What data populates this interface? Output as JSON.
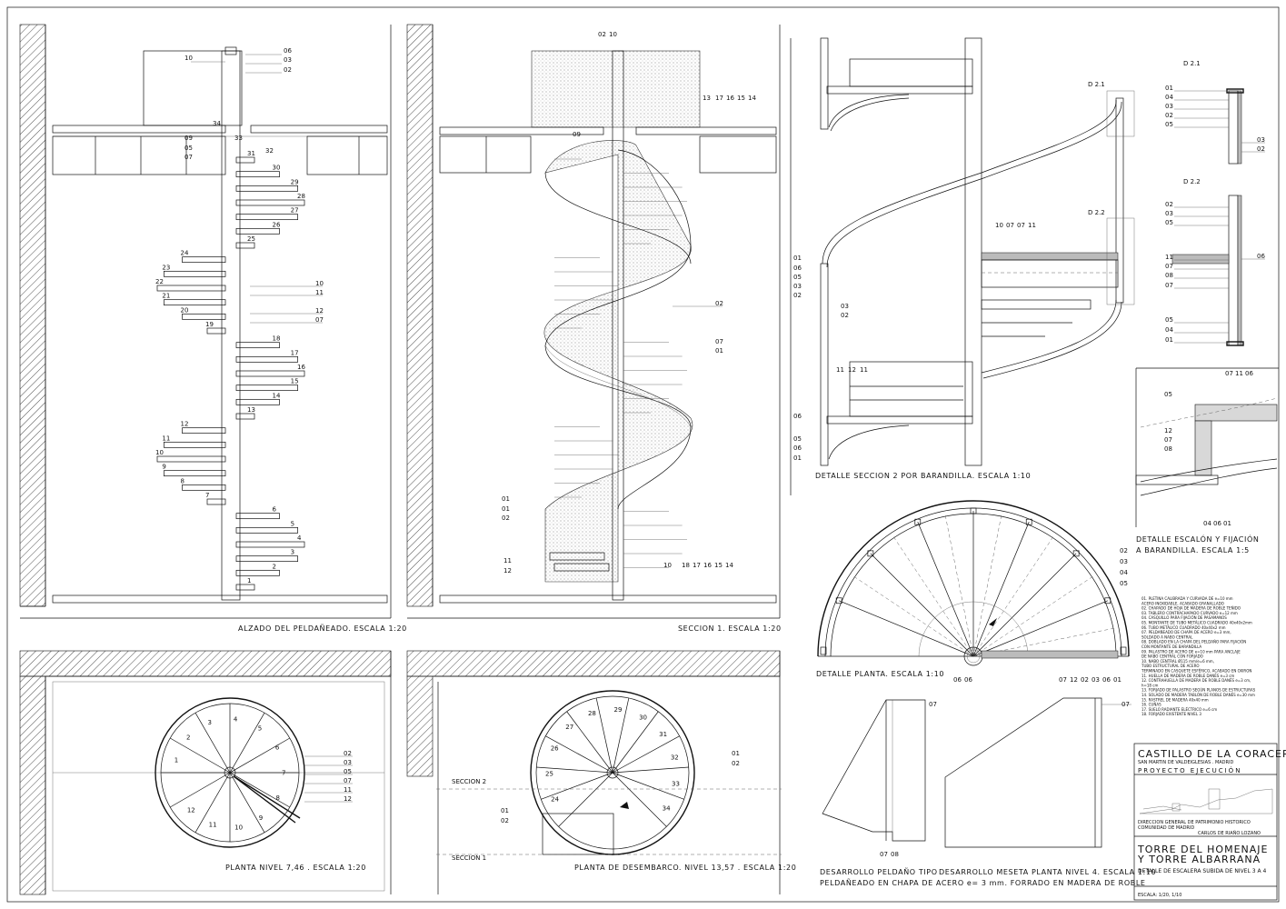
{
  "alzado": {
    "caption": "ALZADO DEL PELDAÑEADO. ESCALA 1:20",
    "top_labels": [
      "10",
      "06",
      "03",
      "02"
    ],
    "slab_labels": [
      "34",
      "09",
      "33",
      "05",
      "07",
      "32"
    ],
    "steps": [
      "31",
      "30",
      "29",
      "28",
      "27",
      "26",
      "25",
      "24",
      "23",
      "22",
      "21",
      "20",
      "19",
      "18",
      "17",
      "16",
      "15",
      "14",
      "13",
      "12",
      "11",
      "10",
      "9",
      "8",
      "7",
      "6",
      "5",
      "4",
      "3",
      "2",
      "1"
    ],
    "mid_labels": [
      "10",
      "11",
      "12",
      "07"
    ]
  },
  "seccion1": {
    "caption": "SECCION 1. ESCALA 1:20",
    "top_labels": [
      "02",
      "10"
    ],
    "right_top_labels": [
      "13",
      "17",
      "16",
      "15",
      "14"
    ],
    "slab_label": "09",
    "side_labels": [
      "02",
      "07",
      "01"
    ],
    "left_labels": [
      "01",
      "01",
      "02"
    ],
    "bottom_left_labels": [
      "11",
      "12"
    ],
    "bottom_labels": [
      "10",
      "18",
      "17",
      "16",
      "15",
      "14"
    ]
  },
  "detalle_seccion2": {
    "caption": "DETALLE SECCION 2 POR BARANDILLA. ESCALA 1:10",
    "callouts": [
      "D 2.1",
      "D 2.2"
    ],
    "center_labels": [
      "10",
      "07",
      "07",
      "11"
    ],
    "left_labels_a": [
      "01",
      "06",
      "05",
      "03",
      "02"
    ],
    "left_labels_b": [
      "03",
      "02"
    ],
    "step_labels": [
      "11",
      "12",
      "11"
    ],
    "bottom_left_labels": [
      "06",
      "05",
      "06",
      "01"
    ]
  },
  "d21": {
    "title": "D 2.1",
    "left_labels": [
      "01",
      "04",
      "03",
      "02",
      "05"
    ],
    "right_labels": [
      "03",
      "02"
    ]
  },
  "d22": {
    "title": "D 2.2",
    "left_labels": [
      "02",
      "03",
      "05",
      "11",
      "07",
      "08",
      "07",
      "05",
      "04",
      "01"
    ],
    "right_label": "06"
  },
  "escalon": {
    "caption1": "DETALLE ESCALÓN Y FIJACIÓN",
    "caption2": "A BARANDILLA. ESCALA 1:5",
    "top_labels": [
      "07",
      "11",
      "06"
    ],
    "left_labels": [
      "05",
      "12",
      "07",
      "08"
    ],
    "bottom_labels": [
      "04",
      "06",
      "01"
    ]
  },
  "detalle_planta": {
    "caption": "DETALLE PLANTA. ESCALA 1:10",
    "right_labels": [
      "02",
      "03",
      "04",
      "05"
    ],
    "bottom_center_labels": [
      "06",
      "06"
    ],
    "bottom_right_labels": [
      "07",
      "12",
      "02",
      "03",
      "06",
      "01"
    ]
  },
  "legend": {
    "items": [
      "01. PLETINA CALIBRADA Y CURVADA DE e=10 mm",
      "     ACERO INOXIDABLE, ACABADO GRANALLADO",
      "02. CHAPADO DE HOJA DE MADERA DE ROBLE TEÑIDO",
      "03. TABLERO CONTRACHAPADO CURVADO e=12 mm",
      "04. CASQUILLO PARA FIJACIÓN DE PASAMANOS",
      "05. MONTANTE DE TUBO METÁLICO CUADRADO 40x40x2mm",
      "06. TUBO METÁLICO CUADRADO 40x40x2 mm",
      "07. PELDAÑEADO DE CHAPA DE ACERO e=3 mm,",
      "     SOLDADO A NABO CENTRAL",
      "08. DOBLADO EN LA CHAPA DEL PELDAÑO PARA FIJACIÓN",
      "     CON MONTANTE DE BARANDILLA",
      "09. PALASTRO DE ACERO DE e=10 mm PARA ANCLAJE",
      "     DE NABO CENTRAL CON FORJADO",
      "10. NABO CENTRAL Ø115 mm/e=6 mm,",
      "     TUBO ESTRUCTURAL DE ACERO",
      "     TERMINADO EN CASQUETE ESFÉRICO, ACABADO EN OXIRON",
      "11. HUELLA DE MADERA DE ROBLE DANÉS e=3 cm",
      "12. CONTRAHUELLA DE MADERA DE ROBLE DANÉS e=3 cm,",
      "     h=18 cm",
      "13. FORJADO DE PALASTRO SEGÚN PLANOS DE ESTRUCTURAS",
      "14. SOLADO DE MADERA TABLÓN DE ROBLE DANÉS e=30 mm",
      "15. RASTREL DE MADERA 40x40 mm",
      "16. CUÑAS",
      "17. SUELO RADIANTE ELÉCTRICO e=6 cm",
      "18. FORJADO EXISTENTE NIVEL 3"
    ]
  },
  "planta_746": {
    "caption": "PLANTA NIVEL 7,46 . ESCALA 1:20",
    "steps": [
      "1",
      "2",
      "3",
      "4",
      "5",
      "6",
      "7",
      "8",
      "9",
      "10",
      "11",
      "12"
    ],
    "right_labels": [
      "02",
      "03",
      "05",
      "07",
      "11",
      "12"
    ]
  },
  "planta_desembarco": {
    "caption": "PLANTA DE DESEMBARCO. NIVEL 13,57 . ESCALA 1:20",
    "steps": [
      "24",
      "25",
      "26",
      "27",
      "28",
      "29",
      "30",
      "31",
      "32",
      "33",
      "34"
    ],
    "right_labels": [
      "01",
      "02"
    ],
    "left_labels": [
      "01",
      "02"
    ],
    "sec2": "SECCION 2",
    "sec1": "SECCION 1"
  },
  "peldano": {
    "caption1": "DESARROLLO PELDAÑO TIPO",
    "caption2": "PELDAÑEADO EN CHAPA DE ACERO  e= 3 mm. FORRADO EN MADERA DE ROBLE",
    "top_label": "07",
    "bottom_labels": [
      "07",
      "08"
    ]
  },
  "meseta": {
    "caption": "DESARROLLO MESETA PLANTA NIVEL 4. ESCALA 1:10",
    "top_label": "07"
  },
  "title_block": {
    "name": "CASTILLO DE LA CORACERA",
    "place": "SAN MARTIN DE VALDEIGLESIAS . MADRID",
    "phase": "PROYECTO EJECUCIÓN",
    "org1": "DIRECCION GENERAL DE PATRIMONIO HISTORICO",
    "org2": "COMUNIDAD DE MADRID",
    "author": "CARLOS DE RIAÑO LOZANO",
    "t1": "TORRE DEL HOMENAJE",
    "t2": "Y TORRE ALBARRANA",
    "desc": "DETALLE DE ESCALERA SUBIDA DE NIVEL 3 A 4",
    "scale": "ESCALA: 1/20, 1/10"
  }
}
